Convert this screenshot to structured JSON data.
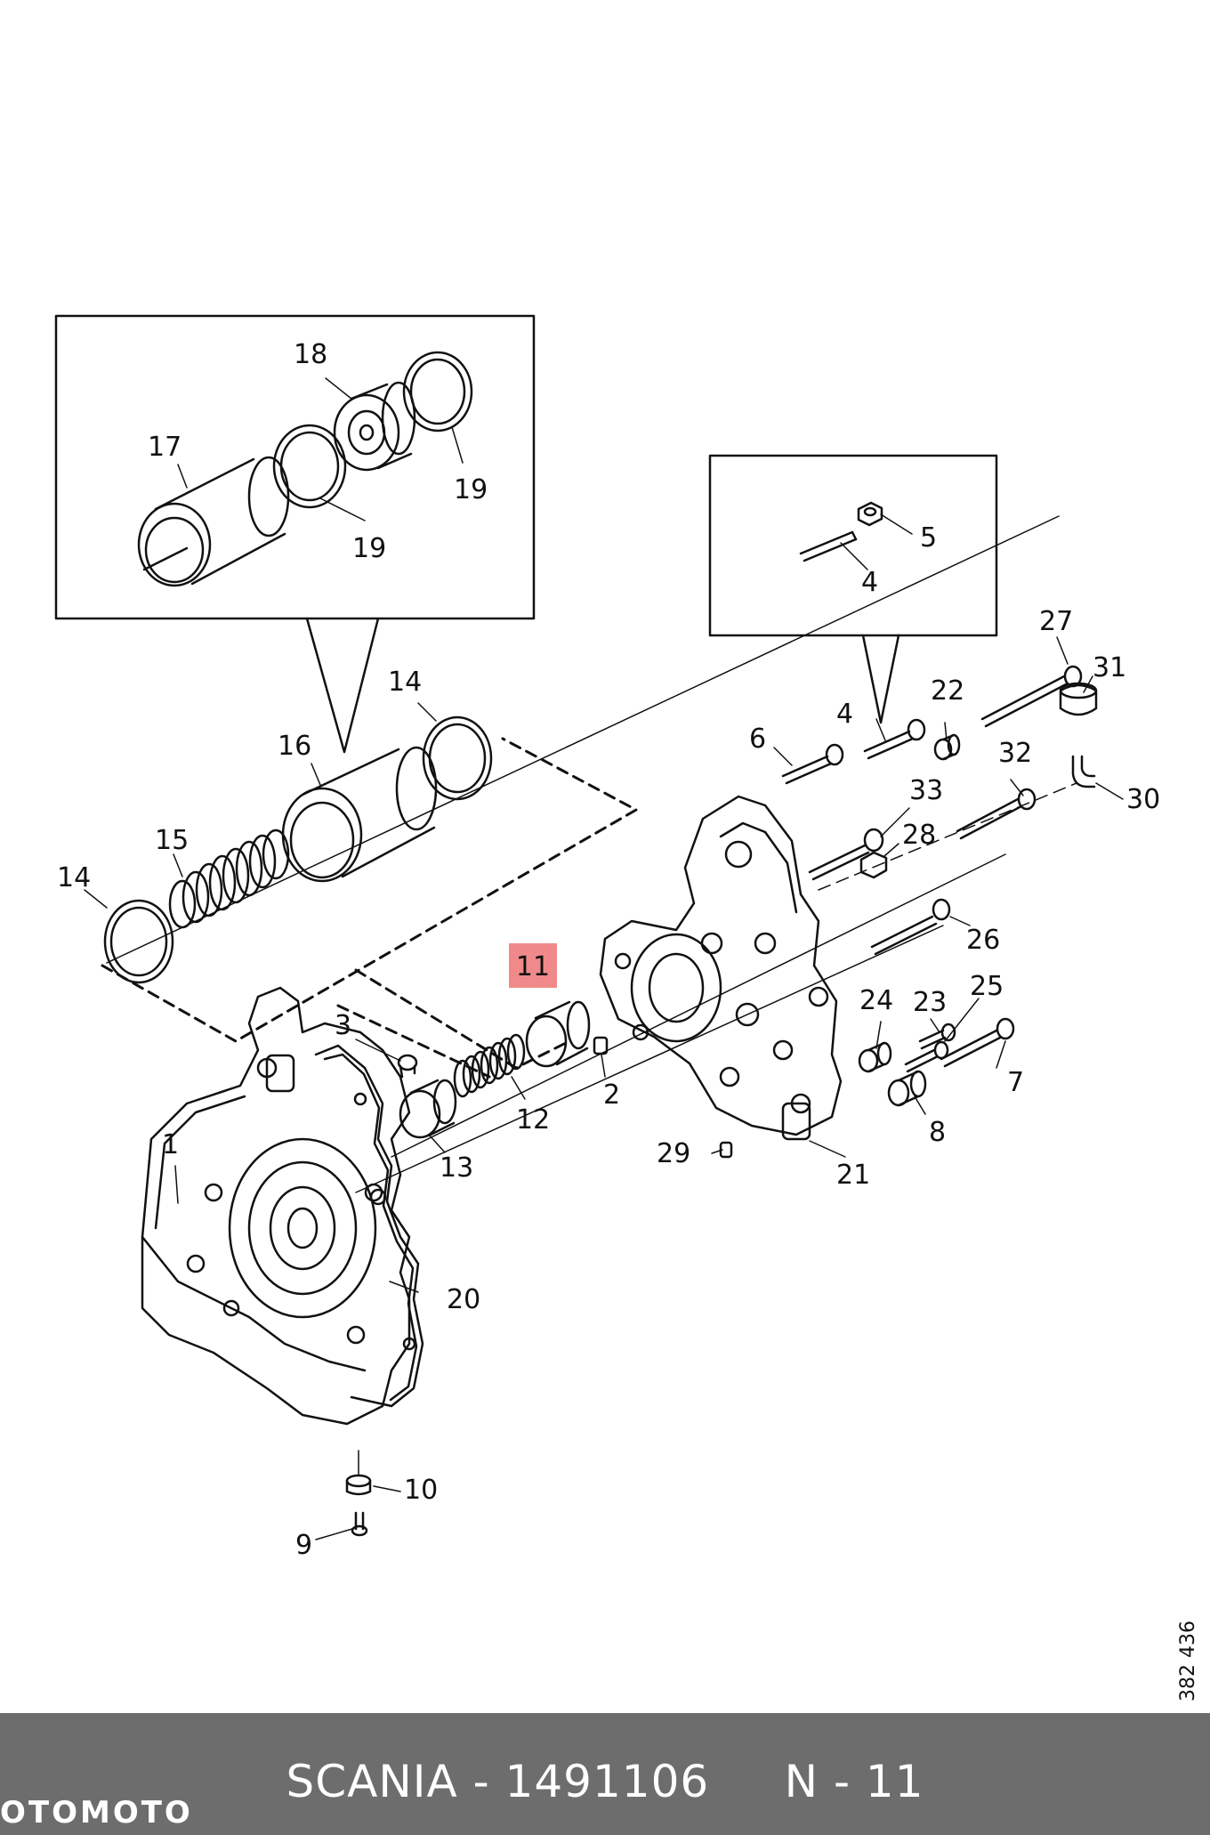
{
  "footer": {
    "caption": "SCANIA - 1491106     N - 11",
    "watermark": "OTOMOTO"
  },
  "drawing_number": "382 436",
  "highlight": {
    "label": "11",
    "color": "#f08a8a"
  },
  "part_labels": {
    "p1": "1",
    "p2": "2",
    "p3": "3",
    "p4a": "4",
    "p4b": "4",
    "p5": "5",
    "p6": "6",
    "p7": "7",
    "p8": "8",
    "p9": "9",
    "p10": "10",
    "p12": "12",
    "p13": "13",
    "p14a": "14",
    "p14b": "14",
    "p15": "15",
    "p16": "16",
    "p17": "17",
    "p18": "18",
    "p19a": "19",
    "p19b": "19",
    "p20": "20",
    "p21": "21",
    "p22": "22",
    "p23": "23",
    "p24": "24",
    "p25": "25",
    "p26": "26",
    "p27": "27",
    "p28": "28",
    "p29": "29",
    "p30": "30",
    "p31": "31",
    "p32": "32",
    "p33": "33"
  }
}
